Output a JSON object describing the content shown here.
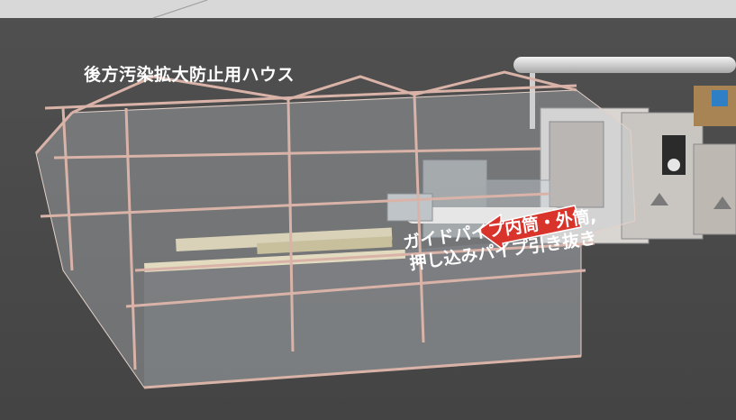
{
  "labels": {
    "house_title": "後方汚染拡大防止用ハウス",
    "action_line1": "ガイドパイプ内筒・外筒,",
    "action_line2": "押し込みパイプ引き抜き"
  },
  "colors": {
    "background": "#4b4b4b",
    "arrow": "#d8342c",
    "frame": "#d9b3a8",
    "label_text": "#ffffff"
  }
}
